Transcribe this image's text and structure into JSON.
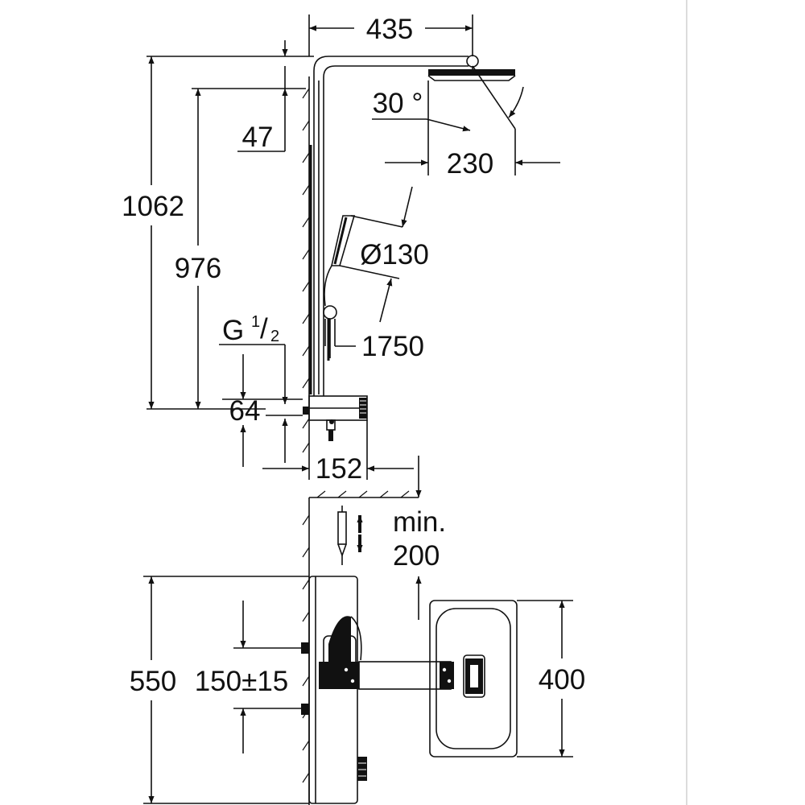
{
  "dimensions": {
    "width_total": "435",
    "height_total": "1062",
    "height_arm": "976",
    "arm_offset": "47",
    "tilt_angle": "30 °",
    "head_size": "230",
    "hand_shower": "Ø130",
    "hose_length": "1750",
    "connection": "G",
    "connection_num": "1",
    "connection_den": "2",
    "inlet_height": "64",
    "projection": "152",
    "min_label": "min.",
    "min_value": "200",
    "panel_height": "550",
    "inlet_spacing": "150±15",
    "tray_width": "400"
  },
  "colors": {
    "line": "#111111",
    "background": "#ffffff",
    "frame": "#dcdcdc"
  }
}
